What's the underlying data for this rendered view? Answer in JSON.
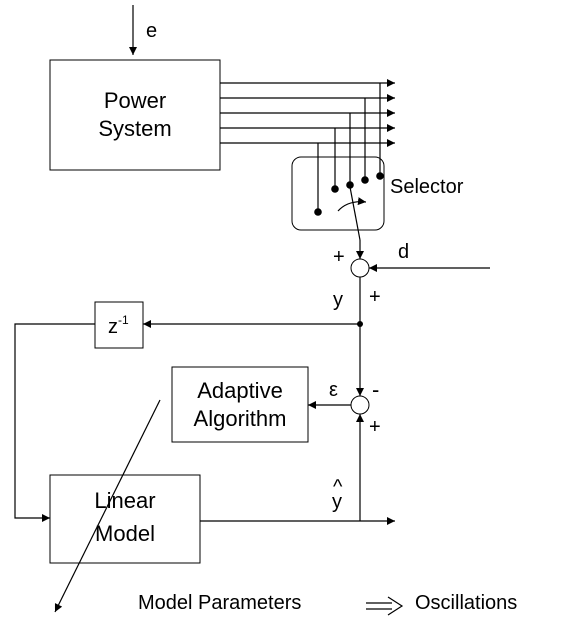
{
  "diagram": {
    "input_e": "e",
    "power_system": {
      "line1": "Power",
      "line2": "System"
    },
    "selector": {
      "label": "Selector"
    },
    "disturbance_d": "d",
    "sum1": {
      "top_sign": "+",
      "bottom_sign": "+"
    },
    "signal_y": "y",
    "delay": {
      "base": "z",
      "exp": "-1"
    },
    "adaptive": {
      "line1": "Adaptive",
      "line2": "Algorithm"
    },
    "epsilon": "ε",
    "sum2": {
      "top_sign": "-",
      "bottom_sign": "+"
    },
    "y_hat": {
      "hat": "^",
      "base": "y"
    },
    "linear_model": {
      "line1": "Linear",
      "line2": "Model"
    },
    "caption": {
      "left": "Model Parameters",
      "right": "Oscillations"
    }
  }
}
